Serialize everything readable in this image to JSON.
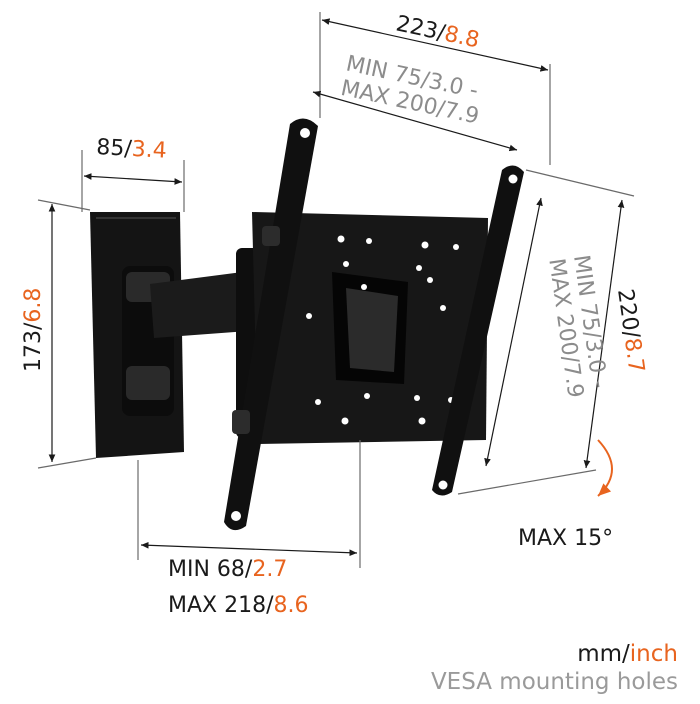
{
  "dimensions": {
    "overall_width": {
      "mm": "223",
      "inch": "8.8"
    },
    "vesa_horizontal": {
      "line1_prefix": "MIN ",
      "line1_mm": "75",
      "line1_inch": "3.0 -",
      "line2_prefix": "MAX ",
      "line2_mm": "200",
      "line2_inch": "7.9"
    },
    "wall_plate_width": {
      "mm": "85",
      "inch": "3.4"
    },
    "wall_plate_height": {
      "mm": "173",
      "inch": "6.8"
    },
    "overall_height": {
      "mm": "220",
      "inch": "8.7"
    },
    "vesa_vertical": {
      "line1_prefix": "MIN ",
      "line1_mm": "75",
      "line1_inch": "3.0 -",
      "line2_prefix": "MAX ",
      "line2_mm": "200",
      "line2_inch": "7.9"
    },
    "arm_extension": {
      "min_prefix": "MIN ",
      "min_mm": "68",
      "min_inch": "2.7",
      "max_prefix": "MAX ",
      "max_mm": "218",
      "max_inch": "8.6"
    },
    "tilt": {
      "label": "MAX 15°"
    }
  },
  "legend": {
    "unit_mm": "mm",
    "unit_separator": "/",
    "unit_inch": "inch",
    "note": "VESA mounting holes"
  },
  "colors": {
    "ink": "#1a1a1a",
    "accent": "#e8641f",
    "muted": "#8c8c8c",
    "metal": "#151515"
  }
}
